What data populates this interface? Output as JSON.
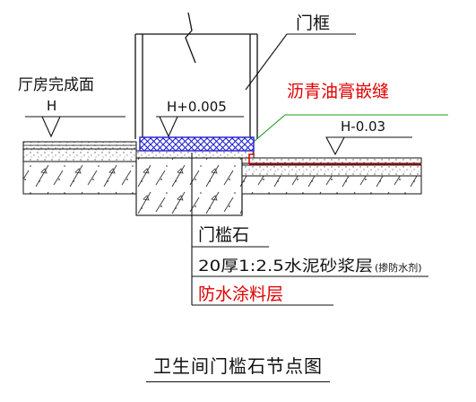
{
  "labels": {
    "door_frame": "门框",
    "hall_finish": "厅房完成面",
    "level_h": "H",
    "level_h_plus": "H+0.005",
    "asphalt_joint": "沥青油膏嵌缝",
    "level_h_minus": "H-0.03",
    "threshold_stone": "门槛石",
    "mortar_layer_main": "20厚1:2.5水泥砂浆层",
    "mortar_layer_note": "(掺防水剂)",
    "waterproof_layer": "防水涂料层"
  },
  "title": "卫生间门槛石节点图",
  "colors": {
    "line": "#111111",
    "red_text": "#e00000",
    "asphalt_leader": "#1a9a1a",
    "stone_fill": "#2020d0",
    "waterproof_line": "#e00000"
  }
}
